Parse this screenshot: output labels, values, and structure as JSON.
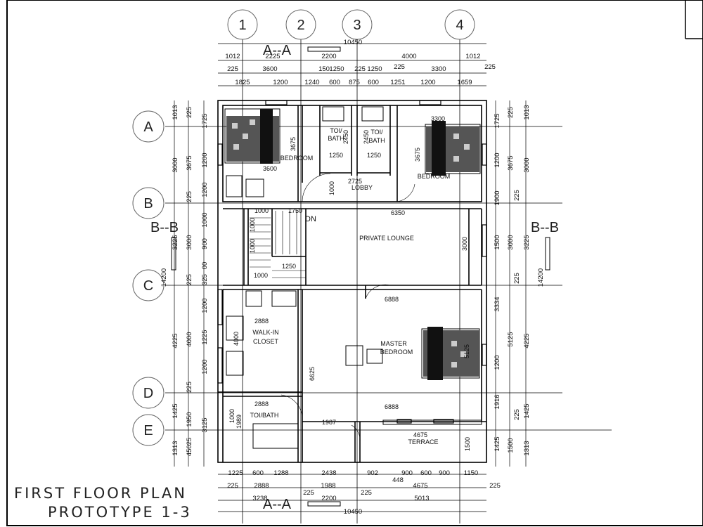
{
  "title": {
    "line1": "FIRST FLOOR PLAN",
    "line2": "PROTOTYPE 1-3"
  },
  "grid_columns": [
    "1",
    "2",
    "3",
    "4"
  ],
  "grid_rows": [
    "A",
    "B",
    "C",
    "D",
    "E"
  ],
  "sections": {
    "aa": "A--A",
    "bb": "B--B"
  },
  "rooms": {
    "bedroom1": "BEDROOM",
    "bedroom2": "BEDROOM",
    "toi1_a": "TOI/",
    "toi1_b": "BATH",
    "toi2_a": "TOI/",
    "toi2_b": "BATH",
    "lobby": "LOBBY",
    "lounge": "PRIVATE LOUNGE",
    "closet_a": "WALK-IN",
    "closet_b": "CLOSET",
    "master_a": "MASTER",
    "master_b": "BEDROOM",
    "toilet": "TOI/BATH",
    "terrace": "TERRACE",
    "dn": "DN"
  },
  "dims": {
    "top": {
      "overall": "10450",
      "row1": [
        "1012",
        "2225",
        "2200",
        "4000",
        "1012"
      ],
      "row2": [
        "225",
        "3600",
        "150",
        "1250",
        "225",
        "1250",
        "225",
        "3300",
        "225"
      ],
      "row3": [
        "1825",
        "1200",
        "1240",
        "600",
        "875",
        "600",
        "1251",
        "1200",
        "1659"
      ]
    },
    "bottom": {
      "overall": "10450",
      "row1": [
        "1225",
        "600",
        "1288",
        "2438",
        "902",
        "900",
        "600",
        "900",
        "1150"
      ],
      "row1b": "448",
      "row2": [
        "225",
        "2888",
        "1988",
        "225",
        "4675",
        "225"
      ],
      "row3": [
        "3238",
        "225",
        "2200",
        "225",
        "5013"
      ]
    },
    "left": {
      "overall": "14200",
      "col1": [
        "1013",
        "3000",
        "3225",
        "4225",
        "1425",
        "1313"
      ],
      "col2": [
        "225",
        "3675",
        "225",
        "3000",
        "225",
        "4000",
        "225",
        "1950",
        "45025"
      ],
      "col3": [
        "1725",
        "1200",
        "1200",
        "1000",
        "900",
        "00",
        "325",
        "1200",
        "1225",
        "1200",
        "3125"
      ]
    },
    "right": {
      "overall": "14200",
      "col1": [
        "1013",
        "3000",
        "3225",
        "4225",
        "1425",
        "1313"
      ],
      "col2": [
        "225",
        "3675",
        "225",
        "3000",
        "225",
        "5125",
        "225",
        "1500"
      ],
      "col3": [
        "1725",
        "1200",
        "1900",
        "1500",
        "3334",
        "1200",
        "1916",
        "1425"
      ]
    },
    "interior": {
      "bed1_w": "3600",
      "bed1_h": "3675",
      "bed2_w": "3300",
      "bed2_h": "3675",
      "toi_h1": "2450",
      "toi_h2": "2450",
      "toi_w1": "1250",
      "toi_w2": "1250",
      "lobby_w": "2725",
      "lobby_h": "1000",
      "stair_a": "1000",
      "stair_b": "1750",
      "lounge_w": "6350",
      "lounge_h": "3000",
      "stair_c": "1000",
      "stair_d": "1250",
      "stair_e": "1000",
      "stair_f": "1000",
      "master_w": "6888",
      "master_h": "6625",
      "master_bed": "5125",
      "closet_w": "2888",
      "closet_h": "4000",
      "toilet_w": "2888",
      "toilet_h": "1989",
      "terrace_w1": "6888",
      "terrace_w2": "1987",
      "terrace_w3": "4675",
      "terrace_h": "1500",
      "toilet_sink": "1000"
    }
  }
}
